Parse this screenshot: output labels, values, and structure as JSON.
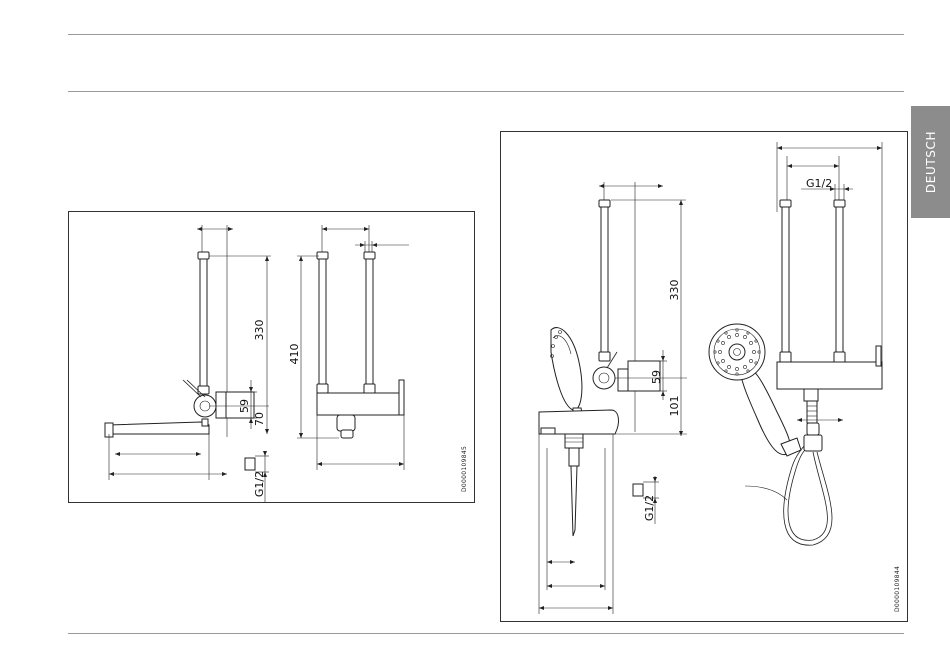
{
  "sidebar": {
    "language_tab": "DEUTSCH"
  },
  "figure_left": {
    "code": "D0000109845",
    "dim_330": "330",
    "dim_59": "59",
    "dim_70": "70",
    "dim_410": "410",
    "thread": "G1/2"
  },
  "figure_right": {
    "code": "D0000109844",
    "dim_330": "330",
    "dim_59": "59",
    "dim_101": "101",
    "thread_top": "G1/2",
    "thread_bottom": "G1/2"
  }
}
